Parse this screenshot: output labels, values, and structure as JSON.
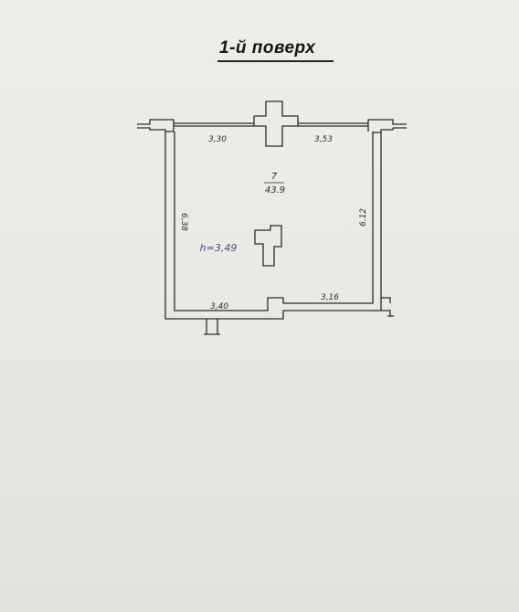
{
  "title": "1-й поверх",
  "room": {
    "number": "7",
    "area": "43.9",
    "height_label": "h=3,49"
  },
  "dimensions": {
    "top_left": "3,30",
    "top_right": "3,53",
    "bottom_left": "3,40",
    "bottom_right": "3,16",
    "left_side": "6,38",
    "right_side": "6.12"
  },
  "colors": {
    "line": "#2b2b2b",
    "height_text": "#4a4a8a"
  }
}
